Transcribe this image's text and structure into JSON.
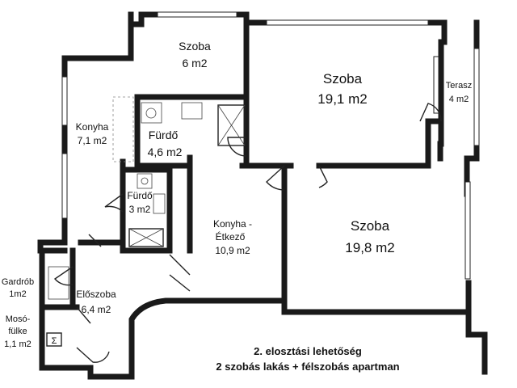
{
  "rooms": {
    "szoba_small": {
      "name": "Szoba",
      "area": "6 m2"
    },
    "szoba_top": {
      "name": "Szoba",
      "area": "19,1 m2"
    },
    "terasz": {
      "name": "Terasz",
      "area": "4 m2"
    },
    "konyha": {
      "name": "Konyha",
      "area": "7,1 m2"
    },
    "furdo_large": {
      "name": "Fürdő",
      "area": "4,6 m2"
    },
    "furdo_small": {
      "name": "Fürdő",
      "area": "3 m2"
    },
    "konyha_etkezo": {
      "name_line1": "Konyha -",
      "name_line2": "Étkező",
      "area": "10,9 m2"
    },
    "szoba_bottom": {
      "name": "Szoba",
      "area": "19,8 m2"
    },
    "gardrob": {
      "name": "Gardrób",
      "area": "1m2"
    },
    "eloszoba": {
      "name": "Előszoba",
      "area": "6,4 m2"
    },
    "mosofulke": {
      "name_line1": "Mosó-",
      "name_line2": "fülke",
      "area": "1,1 m2"
    }
  },
  "caption": {
    "line1": "2. elosztási lehetőség",
    "line2": "2 szobás lakás + félszobás apartman"
  },
  "symbols": {
    "washer_glyph": "Σ"
  }
}
